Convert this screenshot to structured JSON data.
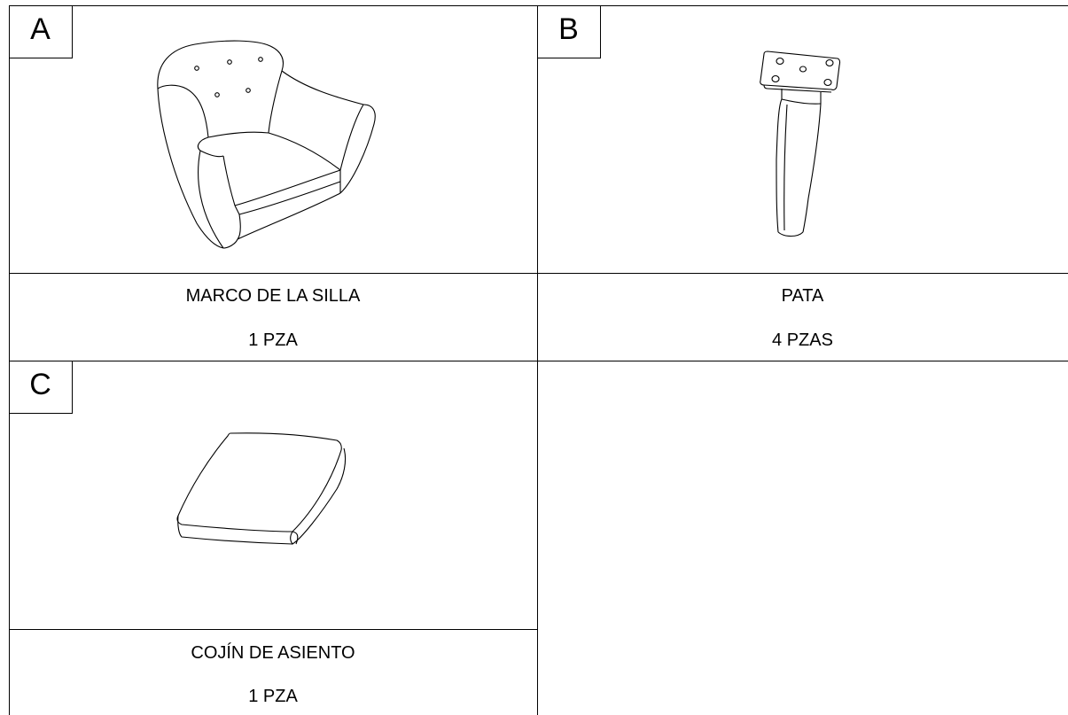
{
  "parts": [
    {
      "letter": "A",
      "name": "MARCO DE LA SILLA",
      "qty": "1 PZA",
      "icon": "armchair-frame-icon"
    },
    {
      "letter": "B",
      "name": "PATA",
      "qty": "4 PZAS",
      "icon": "chair-leg-icon"
    },
    {
      "letter": "C",
      "name": "COJÍN DE ASIENTO",
      "qty": "1 PZA",
      "icon": "seat-cushion-icon"
    }
  ]
}
